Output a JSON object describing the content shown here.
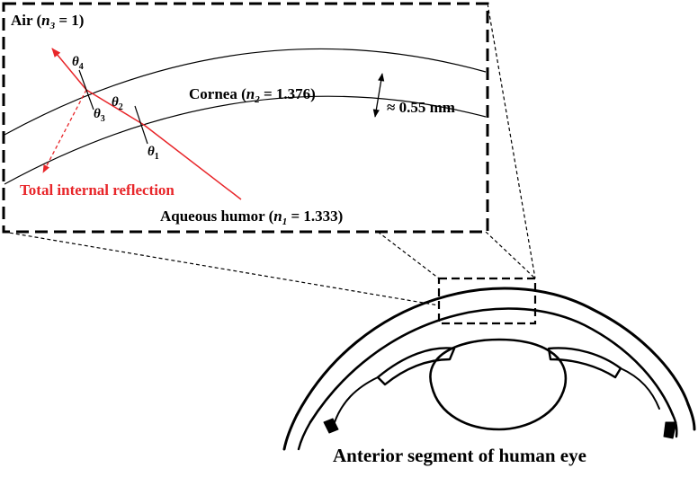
{
  "labels": {
    "air": {
      "prefix": "Air (",
      "symbol": "n",
      "sub": "3",
      "suffix": " = 1)"
    },
    "cornea": {
      "prefix": "Cornea (",
      "symbol": "n",
      "sub": "2",
      "suffix": " = 1.376)"
    },
    "aqueous": {
      "prefix": "Aqueous humor (",
      "symbol": "n",
      "sub": "1",
      "suffix": " = 1.333)"
    },
    "thickness": "≈ 0.55 mm",
    "tir": "Total internal reflection",
    "caption": "Anterior segment of human eye"
  },
  "angles": {
    "theta1": {
      "symbol": "θ",
      "sub": "1"
    },
    "theta2": {
      "symbol": "θ",
      "sub": "2"
    },
    "theta3": {
      "symbol": "θ",
      "sub": "3"
    },
    "theta4": {
      "symbol": "θ",
      "sub": "4"
    }
  },
  "colors": {
    "ray": "#e8262a",
    "line": "#000000",
    "background": "#ffffff"
  }
}
